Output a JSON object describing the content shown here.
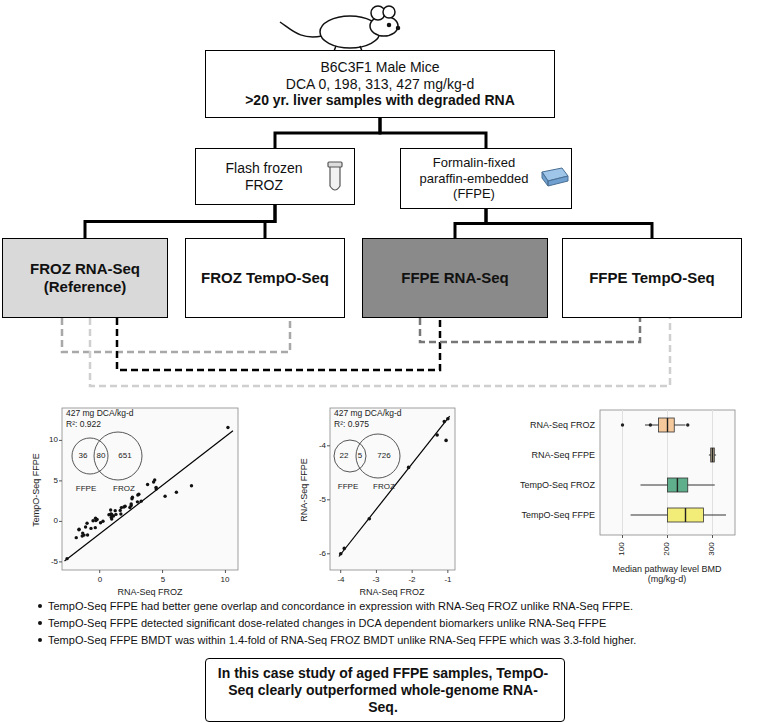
{
  "diagram": {
    "nodes": [
      {
        "text": [
          "B6C3F1 Male Mice",
          "DCA 0, 198, 313, 427 mg/kg-d",
          ">20 yr. liver samples with degraded RNA"
        ]
      },
      {
        "text": [
          "Flash frozen",
          "FROZ"
        ]
      },
      {
        "text": [
          "Formalin-fixed paraffin-embedded (FFPE)"
        ]
      },
      {
        "text": [
          "FROZ RNA-Seq (Reference)"
        ]
      },
      {
        "text": [
          "FROZ TempO-Seq"
        ]
      },
      {
        "text": [
          "FFPE RNA-Seq"
        ]
      },
      {
        "text": [
          "FFPE TempO-Seq"
        ]
      },
      {
        "text": [
          "In this case study of aged FFPE samples, TempO-Seq clearly outperformed whole-genome RNA-Seq."
        ]
      }
    ],
    "edges": [
      {
        "from": 0,
        "to": 1,
        "arrow": "none"
      },
      {
        "from": 0,
        "to": 2,
        "arrow": "none"
      },
      {
        "from": 1,
        "to": 3,
        "arrow": "none"
      },
      {
        "from": 1,
        "to": 4,
        "arrow": "none"
      },
      {
        "from": 2,
        "to": 5,
        "arrow": "none"
      },
      {
        "from": 2,
        "to": 6,
        "arrow": "none"
      },
      {
        "from": 3,
        "to": 4,
        "arrow": "none"
      },
      {
        "from": 3,
        "to": 5,
        "arrow": "none"
      },
      {
        "from": 5,
        "to": 6,
        "arrow": "none"
      },
      {
        "from": 3,
        "to": 6,
        "arrow": "none"
      }
    ],
    "labels": [
      "427 mg DCA/kg-d",
      "R²: 0.922",
      "36",
      "80",
      "651",
      "FFPE",
      "FROZ",
      "TempO-Seq FFPE",
      "RNA-Seq FROZ",
      "-5",
      "0",
      "5",
      "10",
      "0",
      "5",
      "10",
      "427 mg DCA/kg-d",
      "R²: 0.975",
      "22",
      "5",
      "726",
      "FFPE",
      "FROZ",
      "RNA-Seq FFPE",
      "RNA-Seq FROZ",
      "-6",
      "-5",
      "-4",
      "-4",
      "-3",
      "-2",
      "-1",
      "RNA-Seq FROZ",
      "RNA-Seq FFPE",
      "TempO-Seq FROZ",
      "TempO-Seq FFPE",
      "100",
      "200",
      "300",
      "Median pathway level BMD (mg/kg-d)",
      "TempO-Seq FFPE had better gene overlap and concordance in expression with RNA-Seq FROZ unlike RNA-Seq FFPE.",
      "TempO-Seq FFPE detected significant dose-related changes in DCA dependent biomarkers unlike RNA-Seq FFPE",
      "TempO-Seq FFPE BMDT was within 1.4-fold of RNA-Seq FROZ BMDT unlike RNA-Seq FFPE which was 3.3-fold higher."
    ]
  }
}
